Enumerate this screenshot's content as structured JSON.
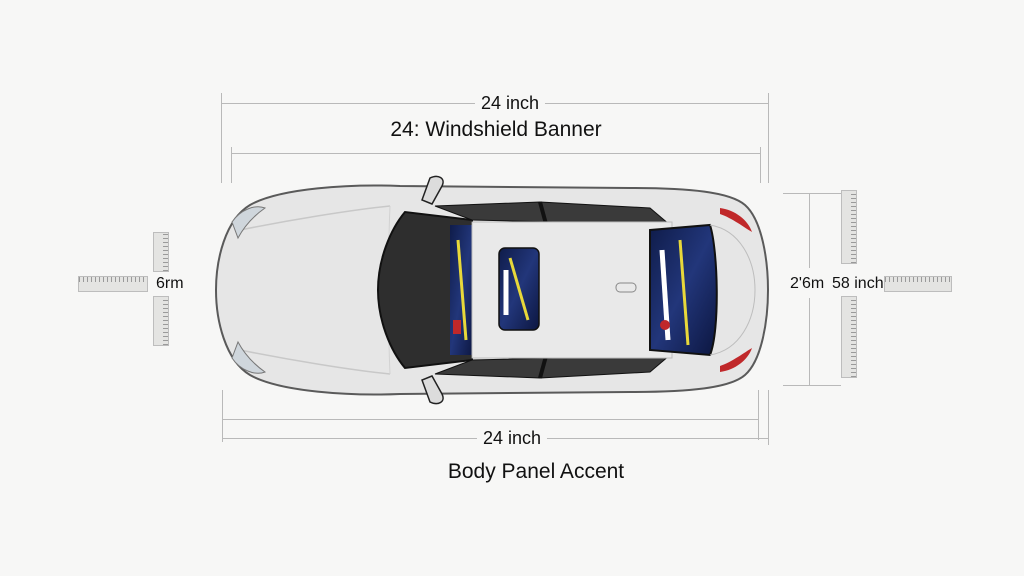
{
  "diagram": {
    "type": "vehicle-wrap-dimension-diagram",
    "view": "top-down car",
    "top": {
      "outer_dimension": "24 inch",
      "title": "24: Windshield Banner"
    },
    "bottom": {
      "outer_dimension": "24 inch",
      "title": "Body Panel Accent"
    },
    "left": {
      "dimension": "6rm"
    },
    "right": {
      "dimension_a": "2'6m",
      "dimension_b": "58 inch"
    },
    "decals": [
      {
        "name": "windshield-banner",
        "location": "front windshield"
      },
      {
        "name": "roof-decal",
        "location": "roof center"
      },
      {
        "name": "rear-window-banner",
        "location": "rear window"
      }
    ],
    "colors": {
      "background": "#f7f7f6",
      "car_body": "#e6e6e6",
      "glass": "#2f2f2f",
      "decal_navy": "#1b2a5e",
      "decal_yellow": "#e8d83a",
      "tail_light": "#c0282a",
      "dimension_line": "#b9b9b9"
    }
  }
}
